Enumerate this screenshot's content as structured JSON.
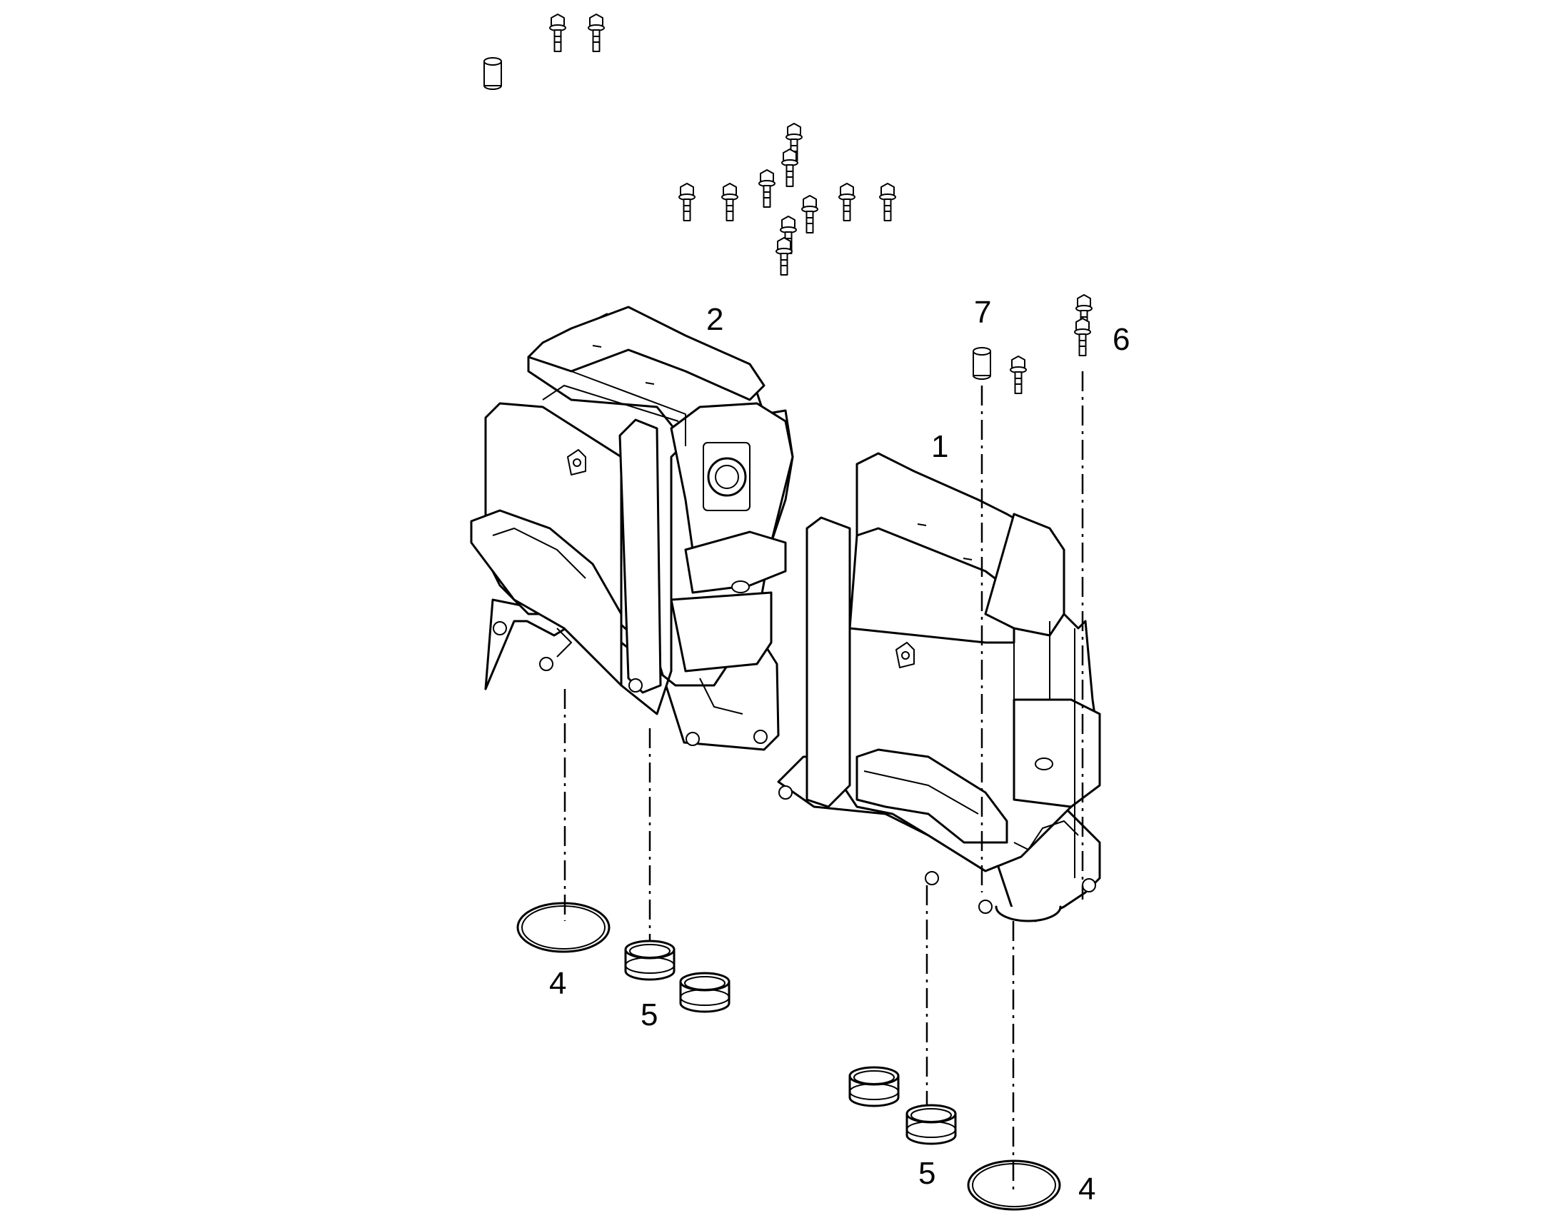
{
  "diagram": {
    "colors": {
      "line": "#000000",
      "background": "#ffffff"
    },
    "callouts": [
      {
        "id": "c1",
        "label": "1"
      },
      {
        "id": "c2",
        "label": "2"
      },
      {
        "id": "c4a",
        "label": "4"
      },
      {
        "id": "c4b",
        "label": "4"
      },
      {
        "id": "c5a",
        "label": "5"
      },
      {
        "id": "c5b",
        "label": "5"
      },
      {
        "id": "c6",
        "label": "6"
      },
      {
        "id": "c7",
        "label": "7"
      }
    ],
    "parts": [
      {
        "name": "housing-right",
        "callout": "1"
      },
      {
        "name": "housing-left",
        "callout": "2"
      },
      {
        "name": "o-ring",
        "callout": "4"
      },
      {
        "name": "sleeve",
        "callout": "5"
      },
      {
        "name": "bolt",
        "callout": "6"
      },
      {
        "name": "spacer",
        "callout": "7"
      }
    ]
  }
}
